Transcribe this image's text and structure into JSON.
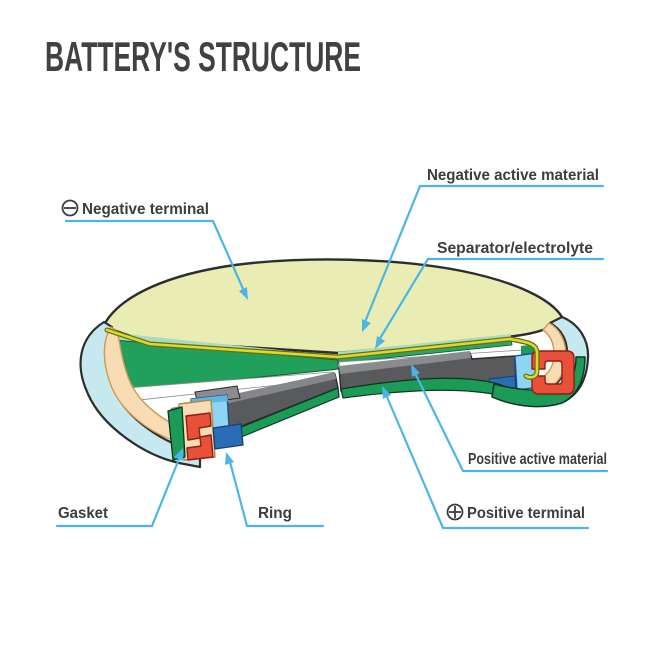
{
  "title": "BATTERY'S STRUCTURE",
  "callouts": {
    "negative_terminal": {
      "label": "Negative terminal",
      "symbol": "minus-circle"
    },
    "negative_active_material": {
      "label": "Negative active material"
    },
    "separator_electrolyte": {
      "label": "Separator/electrolyte"
    },
    "positive_active_material": {
      "label": "Positive active material"
    },
    "positive_terminal": {
      "label": "Positive terminal",
      "symbol": "plus-circle"
    },
    "gasket": {
      "label": "Gasket"
    },
    "ring": {
      "label": "Ring"
    }
  },
  "colors": {
    "leader_line": "#4db5e6",
    "label_text": "#3d3d3d",
    "title_text": "#414042",
    "negative_terminal_cap": "#e9edb4",
    "negative_can_edge": "#d7da2f",
    "negative_active_material": "#21a05b",
    "separator": "#ffffff",
    "positive_active_material": "#595a5c",
    "positive_can_green": "#1b9b56",
    "outer_can_cyan": "#c6e9f0",
    "gasket_seal_peach": "#f7dcb4",
    "gasket_red": "#e8503a",
    "ring_blue": "#8ed4f4"
  }
}
